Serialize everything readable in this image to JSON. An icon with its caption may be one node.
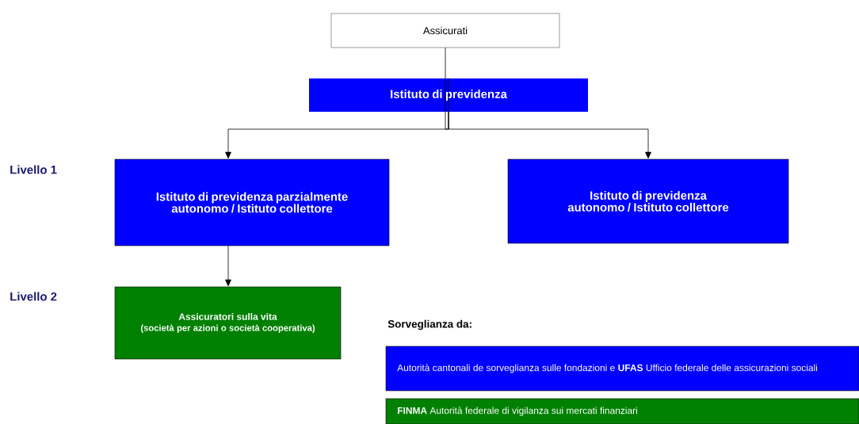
{
  "diagram": {
    "nodes": [
      {
        "text": [
          "Assicurati"
        ]
      },
      {
        "text": [
          "Istituto di previdenza"
        ]
      },
      {
        "text": [
          "Istituto di previdenza parzialmente autonomo / Istituto collettore"
        ]
      },
      {
        "text": [
          "Istituto di previdenza autonomo / Istituto collettore"
        ]
      },
      {
        "text": [
          "Assicuratori sulla vita",
          "(società per azioni o società cooperativa)"
        ]
      },
      {
        "text": [
          "Autorità cantonali de sorveglianza sulle fondazioni e **UFAS** Ufficio federale delle assicurazioni sociali"
        ]
      },
      {
        "text": [
          "**FINMA** Autorità federale di vigilanza sui mercati finanziari"
        ]
      }
    ],
    "edges": [
      {
        "from": 0,
        "to": 1,
        "arrow": "none"
      },
      {
        "from": 1,
        "to": 2,
        "arrow": "to"
      },
      {
        "from": 1,
        "to": 3,
        "arrow": "to"
      },
      {
        "from": 2,
        "to": 4,
        "arrow": "to"
      }
    ],
    "labels": [
      "Livello 1",
      "Livello 2",
      "Sorveglianza da:"
    ]
  }
}
